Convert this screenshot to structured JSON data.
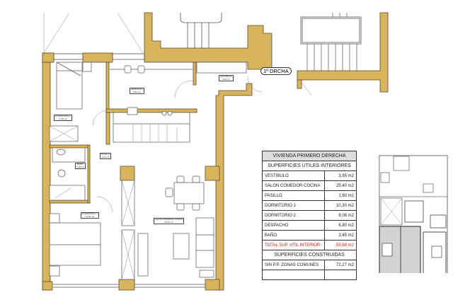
{
  "unit_tag": "1º DRCHA",
  "rooms": {
    "dormitorio2": {
      "name": "DORMITORIO 2",
      "area": "8,08 m2"
    },
    "despacho": {
      "name": "DESPACHO",
      "area": "6,80 m2"
    },
    "vestibulo": {
      "name": "VESTIBULO",
      "area": "3,65 m2"
    },
    "pasillo": {
      "name": "PASILLO",
      "area": "1,60 m2"
    },
    "bano": {
      "name": "BAÑO",
      "area": "3,45 m2"
    },
    "dormitorio1": {
      "name": "DORMITORIO 1",
      "area": "10,30 m2"
    },
    "salon": {
      "name": "SALON COMEDOR COCINA",
      "area": "25,40 m2"
    }
  },
  "table_utiles": {
    "title": "VIVIENDA PRIMERO DERECHA",
    "subtitle": "SUPERFICIES UTILES INTERIORES",
    "rows": [
      {
        "label": "VESTIBULO",
        "value": "3,65 m2"
      },
      {
        "label": "SALON COMEDOR COCINA",
        "value": "25,40 m2"
      },
      {
        "label": "PASILLO",
        "value": "1,60 m2"
      },
      {
        "label": "DORMITORIO 1",
        "value": "10,30 m2"
      },
      {
        "label": "DORMITORIO 2",
        "value": "8,08 m2"
      },
      {
        "label": "DESPACHO",
        "value": "6,80 m2"
      },
      {
        "label": "BAÑO",
        "value": "3,45 m2"
      }
    ],
    "total": {
      "label": "TOTAL SUP. UTIL INTERIOR",
      "value": "59,88 m2"
    },
    "total_color": "#dd1111"
  },
  "table_construidas": {
    "title": "SUPERFICIES CONSTRUIDAS",
    "rows": [
      {
        "label": "SIN P.P. ZONAS COMUNES",
        "value": "72,27 m2"
      }
    ]
  },
  "colors": {
    "wall": "#d8b45c",
    "highlight_unit": "#d3d3d3"
  }
}
